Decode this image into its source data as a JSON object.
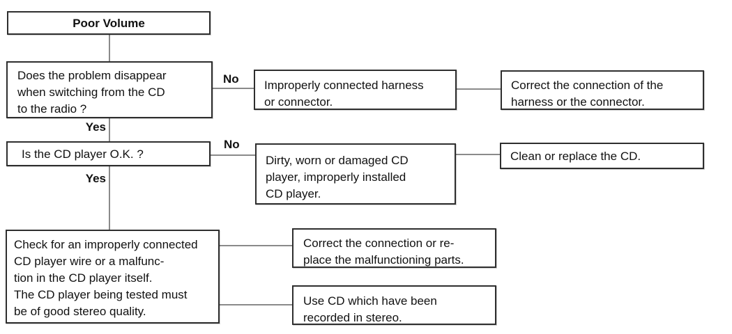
{
  "page": {
    "background": "#ffffff"
  },
  "flowchart": {
    "type": "troubleshooting-flowchart",
    "title": "Poor Volume",
    "nodes": {
      "start": {
        "label": "Poor Volume"
      },
      "q1": {
        "label": "Does the problem disappear\nwhen switching from the CD\nto the radio ?"
      },
      "cause1": {
        "label": "Improperly connected harness\nor connector."
      },
      "fix1": {
        "label": "Correct the connection of the\nharness or the connector."
      },
      "q2": {
        "label": "Is the CD player O.K. ?"
      },
      "cause2": {
        "label": "Dirty, worn or damaged CD\nplayer, improperly installed\nCD player."
      },
      "fix2": {
        "label": "Clean or replace the CD."
      },
      "check": {
        "label": "Check for an improperly connected\nCD player wire or a malfunc-\ntion in the CD player itself.\nThe CD player being tested must\nbe of good stereo quality."
      },
      "fix3": {
        "label": "Correct the connection or re-\nplace the malfunctioning parts."
      },
      "fix4": {
        "label": "Use CD which have been\nrecorded in stereo."
      }
    },
    "edge_labels": {
      "no1": "No",
      "yes1": "Yes",
      "no2": "No",
      "yes2": "Yes"
    },
    "colors": {
      "box_border": "#2e2e2e",
      "connector_line": "#8a8a8a",
      "text": "#111111",
      "background": "#ffffff"
    }
  }
}
